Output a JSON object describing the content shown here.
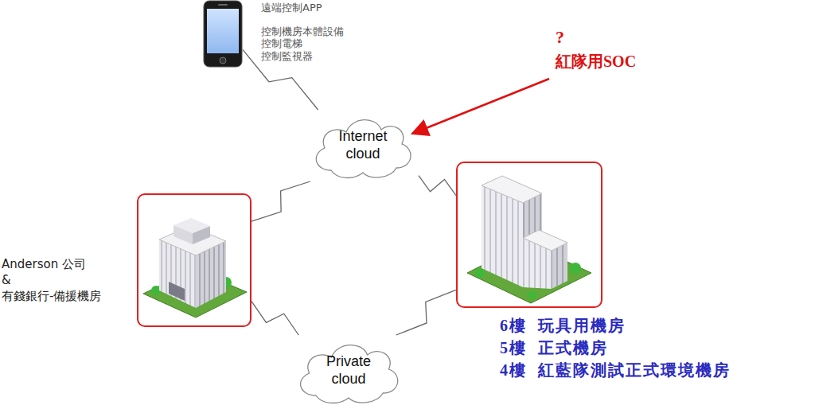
{
  "diagram": {
    "nodes": [
      {
        "text": [
          "遠端控制APP",
          "控制機房本體設備",
          "控制電梯",
          "控制監視器"
        ]
      },
      {
        "text": [
          "Internet cloud"
        ]
      },
      {
        "text": [
          "Anderson 公司",
          "&",
          "有錢銀行-備援機房"
        ]
      },
      {
        "text": [
          "6樓  玩具用機房",
          "5樓  正式機房",
          "4樓  紅藍隊測試正式環境機房"
        ]
      },
      {
        "text": [
          "Private cloud"
        ]
      }
    ],
    "edges": [
      {
        "from": 0,
        "to": 1,
        "arrow": "none"
      },
      {
        "from": 1,
        "to": 2,
        "arrow": "none"
      },
      {
        "from": 1,
        "to": 3,
        "arrow": "none"
      },
      {
        "from": 2,
        "to": 4,
        "arrow": "none"
      },
      {
        "from": 4,
        "to": 3,
        "arrow": "none"
      }
    ],
    "labels": [
      "?",
      "紅隊用SOC"
    ]
  }
}
